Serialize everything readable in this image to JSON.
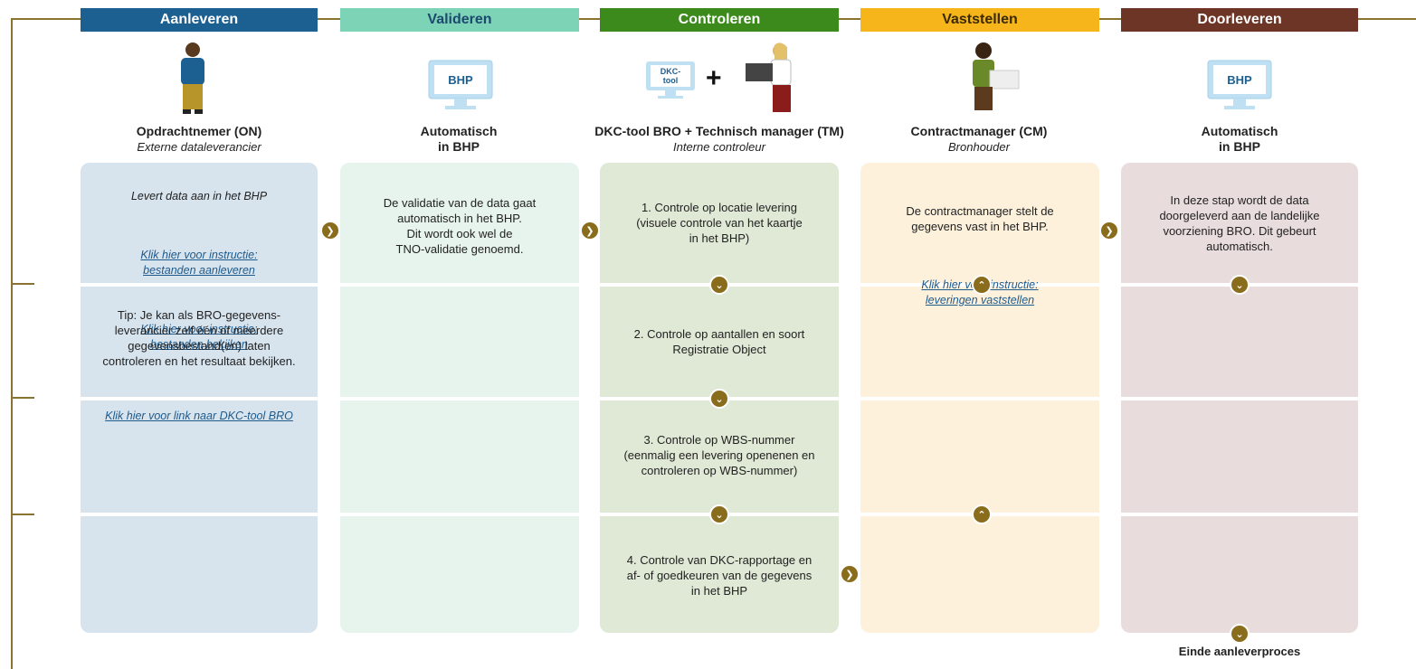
{
  "columns": [
    {
      "header": "Aanleveren",
      "color": "#1c5f91",
      "role_title": "Opdrachtnemer (ON)",
      "role_subtitle": "Externe dataleverancier"
    },
    {
      "header": "Valideren",
      "color": "#7dd3b6",
      "role_title": "Automatisch\nin BHP",
      "role_subtitle": ""
    },
    {
      "header": "Controleren",
      "color": "#3c8a1c",
      "role_title": "DKC-tool BRO + Technisch manager (TM)",
      "role_subtitle": "Interne controleur"
    },
    {
      "header": "Vaststellen",
      "color": "#f7b51c",
      "role_title": "Contractmanager (CM)",
      "role_subtitle": "Bronhouder"
    },
    {
      "header": "Doorleveren",
      "color": "#6c3525",
      "role_title": "Automatisch\nin BHP",
      "role_subtitle": ""
    }
  ],
  "icons": {
    "bhp_label": "BHP",
    "dkc_label": "DKC-\ntool",
    "plus": "+"
  },
  "aanleveren": {
    "intro": "Levert data aan in het BHP",
    "link1": "Klik hier voor instructie:\nbestanden aanleveren",
    "link2": "Klik hier voor instructie:\nbestanden bekijken",
    "tip": "Tip: Je kan als BRO-gegevens-\nleverancier zelf één of meerdere\ngegevensbestand(en) laten\ncontroleren en het resultaat bekijken.",
    "link3": "Klik hier voor link naar DKC-tool BRO"
  },
  "valideren": {
    "text": "De validatie van de data gaat\nautomatisch in het BHP.\nDit wordt ook wel de\nTNO-validatie genoemd."
  },
  "controleren": {
    "step1": "1.  Controle op locatie levering\n(visuele controle van het kaartje\nin het BHP)",
    "step2": "2. Controle op aantallen en soort\nRegistratie Object",
    "step3": "3. Controle op WBS-nummer\n(eenmalig een levering openenen en\ncontroleren op WBS-nummer)",
    "step4": "4. Controle van DKC-rapportage en\naf- of goedkeuren van de gegevens\nin het BHP"
  },
  "vaststellen": {
    "text": "De contractmanager stelt de\ngegevens vast in het BHP.",
    "link": "Klik hier voor instructie:\nleveringen vaststellen"
  },
  "doorleveren": {
    "text": "In deze stap wordt de data\ndoorgeleverd aan de landelijke\nvoorziening BRO. Dit gebeurt\nautomatisch."
  },
  "end_label": "Einde  aanleverproces",
  "arrow_glyphs": {
    "right": "❯",
    "down": "⌄",
    "up": "⌃"
  }
}
